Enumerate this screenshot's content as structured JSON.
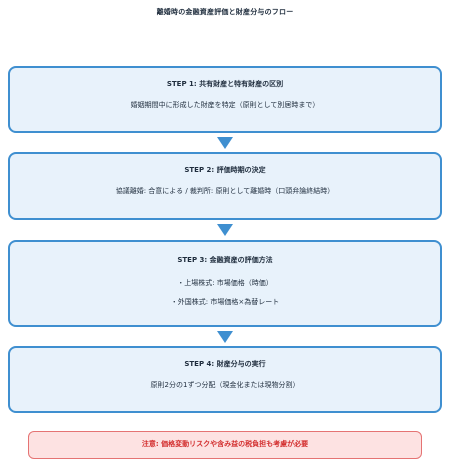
{
  "title": "離婚時の金融資産評価と財産分与のフロー",
  "steps": [
    {
      "heading": "STEP 1: 共有財産と特有財産の区別",
      "description": "婚姻期間中に形成した財産を特定（原則として別居時まで）"
    },
    {
      "heading": "STEP 2: 評価時期の決定",
      "description": "協議離婚: 合意による / 裁判所: 原則として離婚時（口頭弁論終結時）"
    },
    {
      "heading": "STEP 3: 金融資産の評価方法",
      "bullets": [
        "・上場株式: 市場価格（時価）",
        "・外国株式: 市場価格×為替レート"
      ]
    },
    {
      "heading": "STEP 4: 財産分与の実行",
      "description": "原則2分の1ずつ分配（現金化または現物分割）"
    }
  ],
  "note": "注意: 価格変動リスクや含み益の税負担も考慮が必要",
  "colors": {
    "box_fill": "#e8f2fb",
    "box_border": "#3f8fd0",
    "arrow": "#3f8fd0",
    "note_fill": "#fde2e2",
    "note_border": "#e57373",
    "note_text": "#d32f2f"
  }
}
